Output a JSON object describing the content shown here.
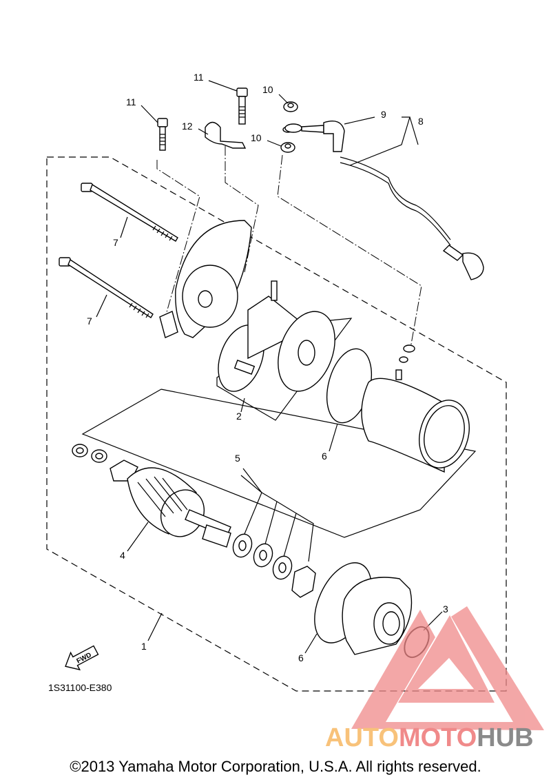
{
  "diagram": {
    "callouts": {
      "c1": "1",
      "c2": "2",
      "c3": "3",
      "c4": "4",
      "c5": "5",
      "c6a": "6",
      "c6b": "6",
      "c7a": "7",
      "c7b": "7",
      "c8": "8",
      "c9": "9",
      "c10a": "10",
      "c10b": "10",
      "c11a": "11",
      "c11b": "11",
      "c12": "12"
    },
    "fwd_label": "FWD",
    "diagram_code": "1S31100-E380"
  },
  "watermark": {
    "part1": "AUTO",
    "part2": "MOTO",
    "part3": "HUB"
  },
  "footer": {
    "copyright": "©2013 Yamaha Motor Corporation, U.S.A. All rights reserved."
  },
  "colors": {
    "watermark_red": "#f08a8a",
    "watermark_orange": "#f8c27a",
    "watermark_gray": "#8a8a8a"
  }
}
